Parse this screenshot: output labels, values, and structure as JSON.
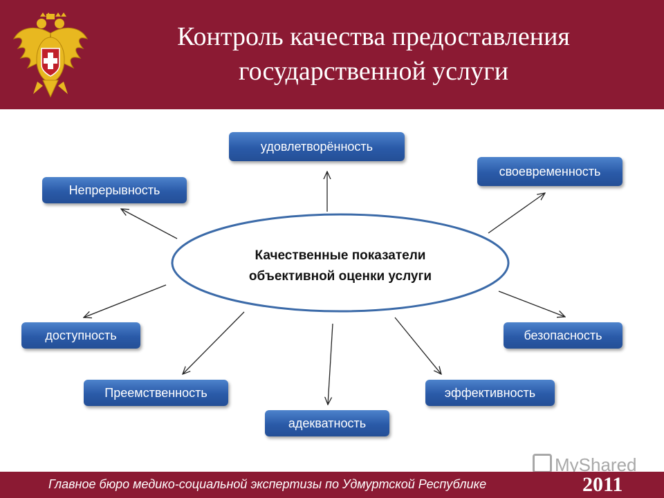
{
  "header": {
    "title_line1": "Контроль качества  предоставления",
    "title_line2": "государственной услуги",
    "emblem_icon": "double-headed-eagle-emblem-icon"
  },
  "diagram": {
    "center_line1": "Качественные показатели",
    "center_line2": "объективной оценки услуги",
    "nodes": {
      "satisfaction": "удовлетворённость",
      "timeliness": "своевременность",
      "continuity": "Непрерывность",
      "accessibility": "доступность",
      "safety": "безопасность",
      "succession": "Преемственность",
      "effectiveness": "эффективность",
      "adequacy": "адекватность"
    }
  },
  "footer": {
    "organization": "Главное бюро медико-социальной экспертизы по Удмуртской Республике",
    "year": "2011"
  },
  "watermark": {
    "text": "MyShared"
  },
  "colors": {
    "header_bg": "#8b1a33",
    "button_blue": "#2a5aa8",
    "ellipse_stroke": "#3b6aa8"
  }
}
